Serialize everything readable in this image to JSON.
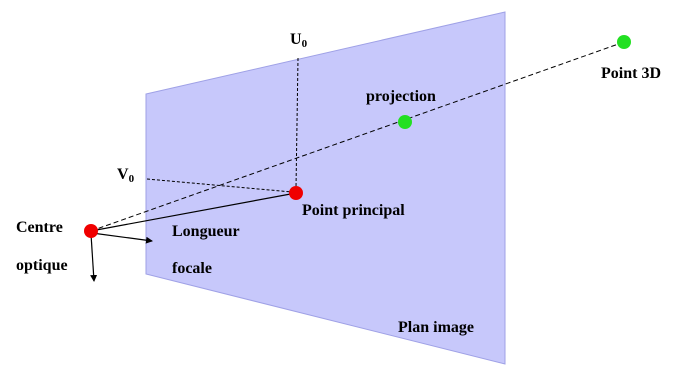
{
  "labels": {
    "u0": "U",
    "u0_sub": "0",
    "v0": "V",
    "v0_sub": "0",
    "projection": "projection",
    "point_3d": "Point 3D",
    "point_principal": "Point principal",
    "centre_line1": "Centre",
    "centre_line2": "optique",
    "longueur_line1": "Longueur",
    "longueur_line2": "focale",
    "plan_image": "Plan image"
  },
  "colors": {
    "plane_fill": "#c7c8fb",
    "camera_point": "#f00000",
    "world_point": "#22e022",
    "line": "#000000"
  }
}
